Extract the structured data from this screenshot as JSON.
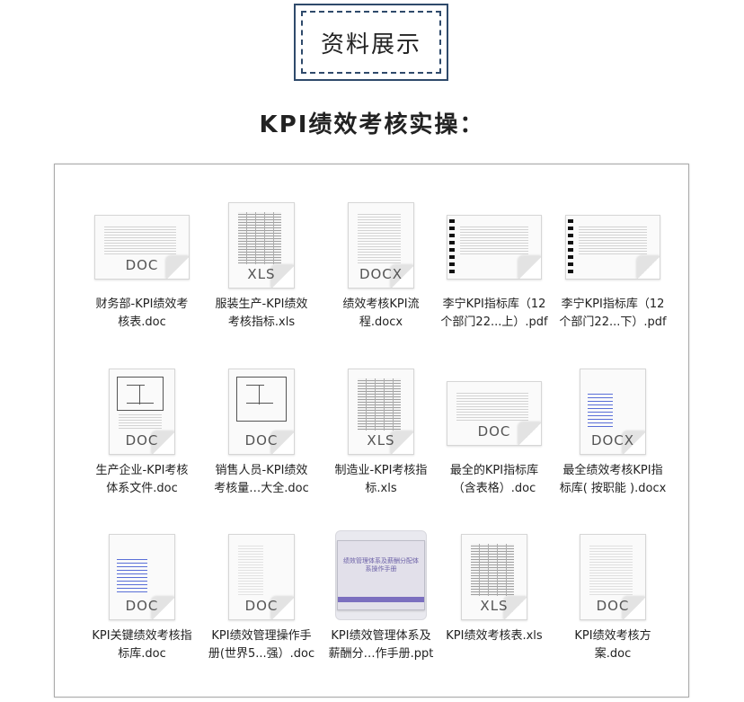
{
  "header": {
    "title": "资料展示"
  },
  "subtitle": "KPI绩效考核实操：",
  "files": [
    {
      "line1": "财务部-KPI绩效考",
      "line2": "核表.doc",
      "ext": "DOC",
      "icon": "doc-file-icon"
    },
    {
      "line1": "服装生产-KPI绩效",
      "line2": "考核指标.xls",
      "ext": "XLS",
      "icon": "xls-file-icon"
    },
    {
      "line1": "绩效考核KPI流",
      "line2": "程.docx",
      "ext": "DOCX",
      "icon": "docx-file-icon"
    },
    {
      "line1": "李宁KPI指标库（12",
      "line2": "个部门22...上）.pdf",
      "ext": "",
      "icon": "pdf-file-icon"
    },
    {
      "line1": "李宁KPI指标库（12",
      "line2": "个部门22...下）.pdf",
      "ext": "",
      "icon": "pdf-file-icon"
    },
    {
      "line1": "生产企业-KPI考核",
      "line2": "体系文件.doc",
      "ext": "DOC",
      "icon": "doc-file-icon"
    },
    {
      "line1": "销售人员-KPI绩效",
      "line2": "考核量…大全.doc",
      "ext": "DOC",
      "icon": "doc-file-icon"
    },
    {
      "line1": "制造业-KPI考核指",
      "line2": "标.xls",
      "ext": "XLS",
      "icon": "xls-file-icon"
    },
    {
      "line1": "最全的KPI指标库",
      "line2": "（含表格）.doc",
      "ext": "DOC",
      "icon": "doc-file-icon"
    },
    {
      "line1": "最全绩效考核KPI指",
      "line2": "标库( 按职能 ).docx",
      "ext": "DOCX",
      "icon": "docx-file-icon"
    },
    {
      "line1": "KPI关键绩效考核指",
      "line2": "标库.doc",
      "ext": "DOC",
      "icon": "doc-file-icon"
    },
    {
      "line1": "KPI绩效管理操作手",
      "line2": "册(世界5...强）.doc",
      "ext": "DOC",
      "icon": "doc-file-icon"
    },
    {
      "line1": "KPI绩效管理体系及",
      "line2": "薪酬分…作手册.ppt",
      "ext": "",
      "icon": "ppt-file-icon",
      "slide_title": "绩效管理体系及薪酬分配体系操作手册"
    },
    {
      "line1": "KPI绩效考核表.xls",
      "line2": "",
      "ext": "XLS",
      "icon": "xls-file-icon"
    },
    {
      "line1": "KPI绩效考核方",
      "line2": "案.doc",
      "ext": "DOC",
      "icon": "doc-file-icon"
    }
  ]
}
